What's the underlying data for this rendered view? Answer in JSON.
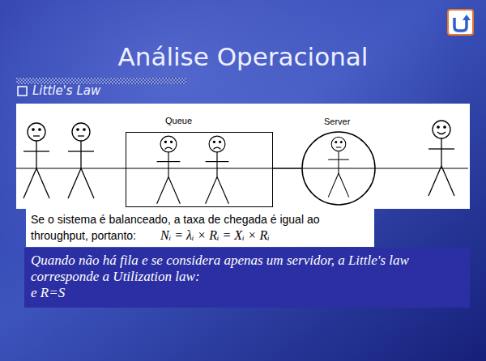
{
  "diagram": {
    "title": "Análise Operacional",
    "nodes": [
      {
        "text": [
          "Queue"
        ]
      },
      {
        "text": [
          "Server"
        ]
      },
      {
        "text": [
          "Se o sistema é balanceado, a taxa de chegada é igual ao throughput, portanto:",
          "Nᵢ = λᵢ × Rᵢ = Xᵢ × Rᵢ"
        ]
      },
      {
        "text": [
          "Quando não há fila e se considera apenas um servidor, a Little's law corresponde a Utilization law:",
          "e R=S"
        ]
      }
    ],
    "edges": [
      {
        "from": 0,
        "to": 1,
        "arrow": "none"
      }
    ],
    "labels": [
      "Little's Law"
    ]
  }
}
